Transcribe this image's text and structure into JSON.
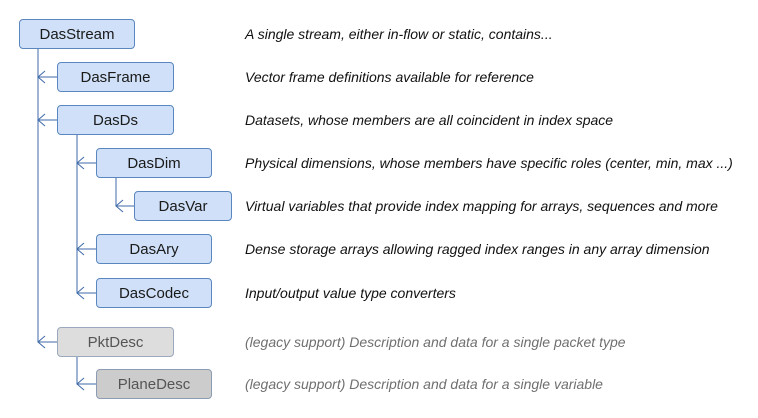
{
  "nodes": [
    {
      "label": "DasStream",
      "description": "A single stream, either in-flow or static, contains...",
      "legacy": false
    },
    {
      "label": "DasFrame",
      "description": "Vector frame definitions available for reference",
      "legacy": false
    },
    {
      "label": "DasDs",
      "description": "Datasets, whose members are all coincident in index space",
      "legacy": false
    },
    {
      "label": "DasDim",
      "description": "Physical dimensions, whose members have specific roles (center, min, max ...)",
      "legacy": false
    },
    {
      "label": "DasVar",
      "description": "Virtual variables that provide index mapping for arrays, sequences and more",
      "legacy": false
    },
    {
      "label": "DasAry",
      "description": "Dense storage arrays allowing ragged index ranges in any array dimension",
      "legacy": false
    },
    {
      "label": "DasCodec",
      "description": "Input/output value type converters",
      "legacy": false
    },
    {
      "label": "PktDesc",
      "description": "(legacy support) Description and data for a single packet type",
      "legacy": true
    },
    {
      "label": "PlaneDesc",
      "description": "(legacy support) Description and data for a single variable",
      "legacy": true
    }
  ],
  "colors": {
    "box_fill": "#cfe0f8",
    "box_border": "#5b87bf",
    "legacy_fill": "#dddddd",
    "legacy_fill_dark": "#cccccc",
    "connector": "#3f6aa8"
  }
}
